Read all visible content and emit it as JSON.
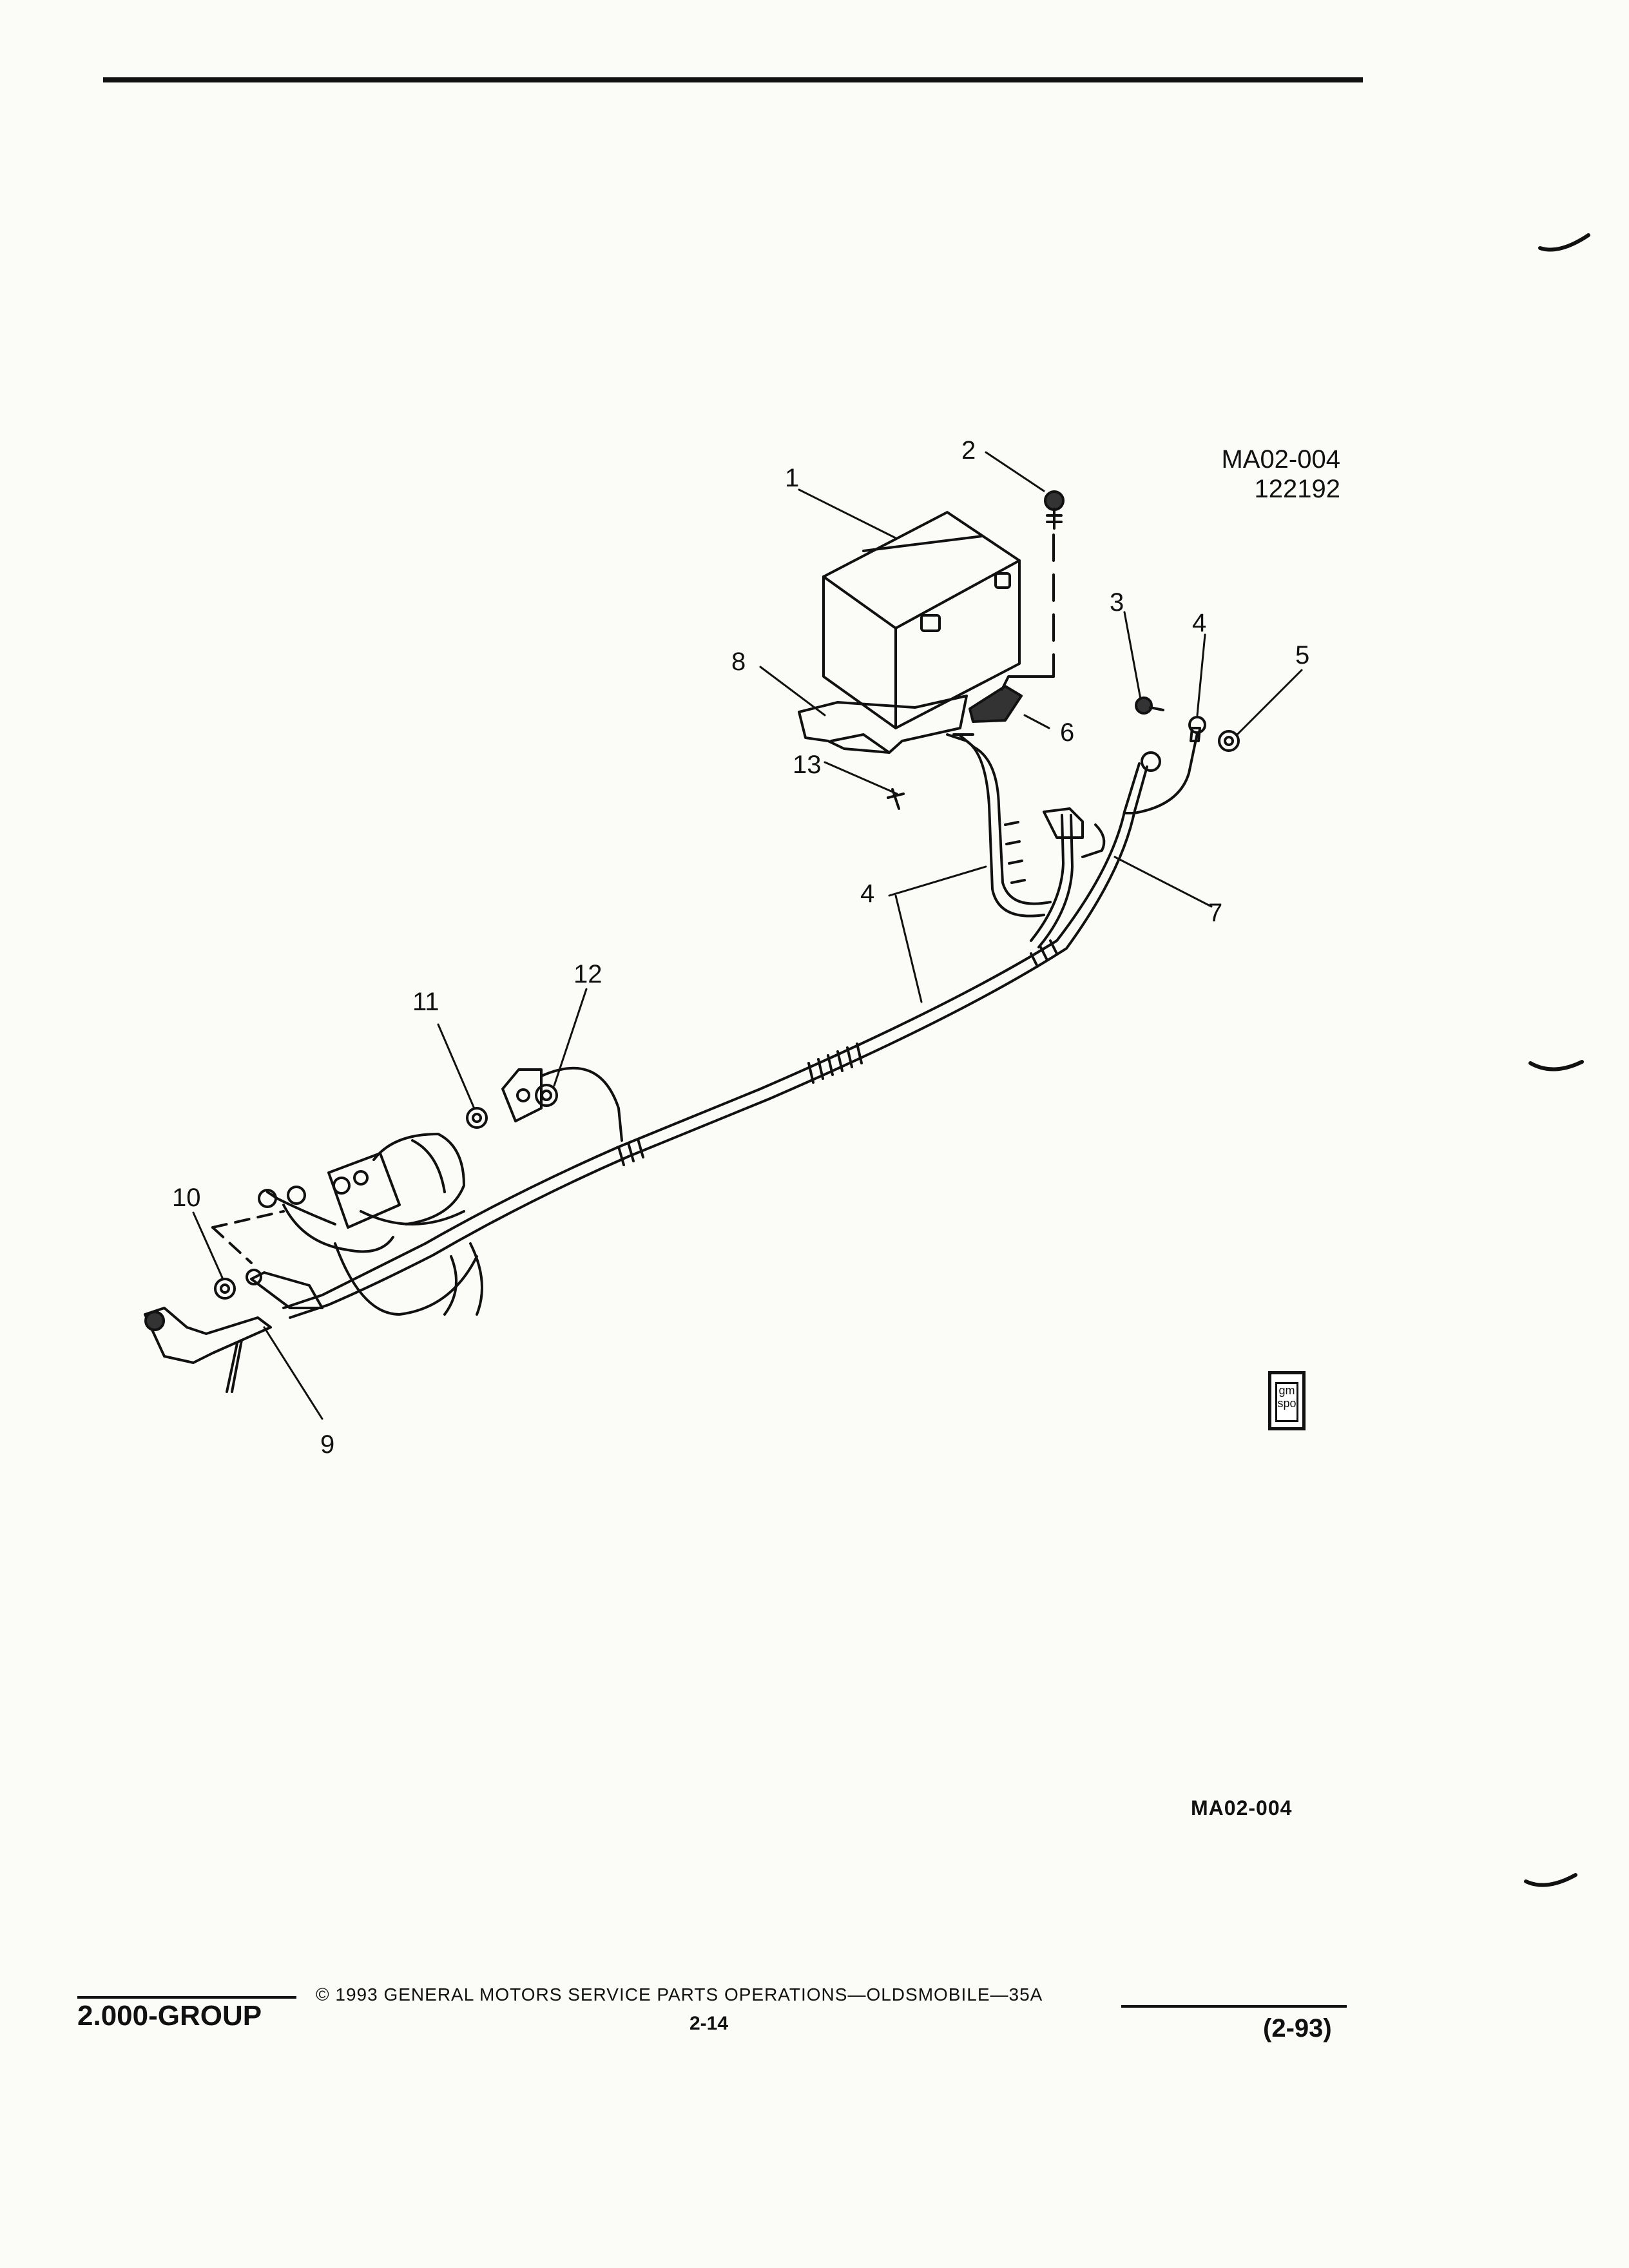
{
  "figure": {
    "id_top": "MA02-004",
    "date_code": "122192",
    "id_bottom": "MA02-004"
  },
  "callouts": [
    "1",
    "2",
    "3",
    "4",
    "5",
    "6",
    "7",
    "8",
    "13",
    "4",
    "11",
    "12",
    "10",
    "9"
  ],
  "footer": {
    "group": "2.000-GROUP",
    "copyright": "© 1993  GENERAL MOTORS SERVICE PARTS OPERATIONS—OLDSMOBILE—35A",
    "page": "2-14",
    "revision": "(2-93)"
  },
  "badge": {
    "line1": "gm",
    "line2": "spo"
  }
}
